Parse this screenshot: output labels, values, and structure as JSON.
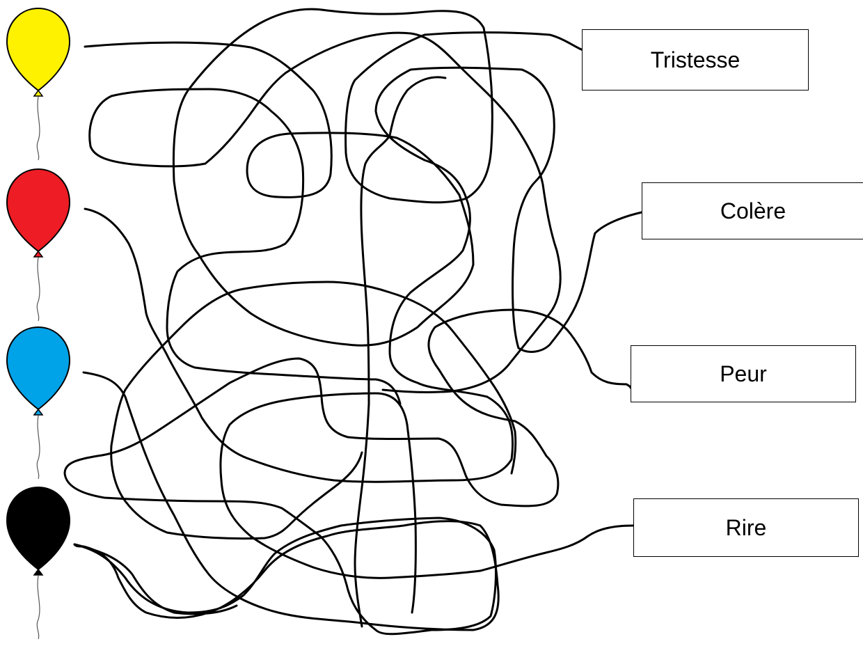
{
  "balloons": [
    {
      "name": "balloon-yellow",
      "color": "#FFF200"
    },
    {
      "name": "balloon-red",
      "color": "#EE1C24"
    },
    {
      "name": "balloon-blue",
      "color": "#00A2E8"
    },
    {
      "name": "balloon-black",
      "color": "#000000"
    }
  ],
  "labels": [
    "Tristesse",
    "Colère",
    "Peur",
    "Rire"
  ],
  "colors": {
    "line": "#000000",
    "string": "#555555",
    "outline": "#000000"
  }
}
